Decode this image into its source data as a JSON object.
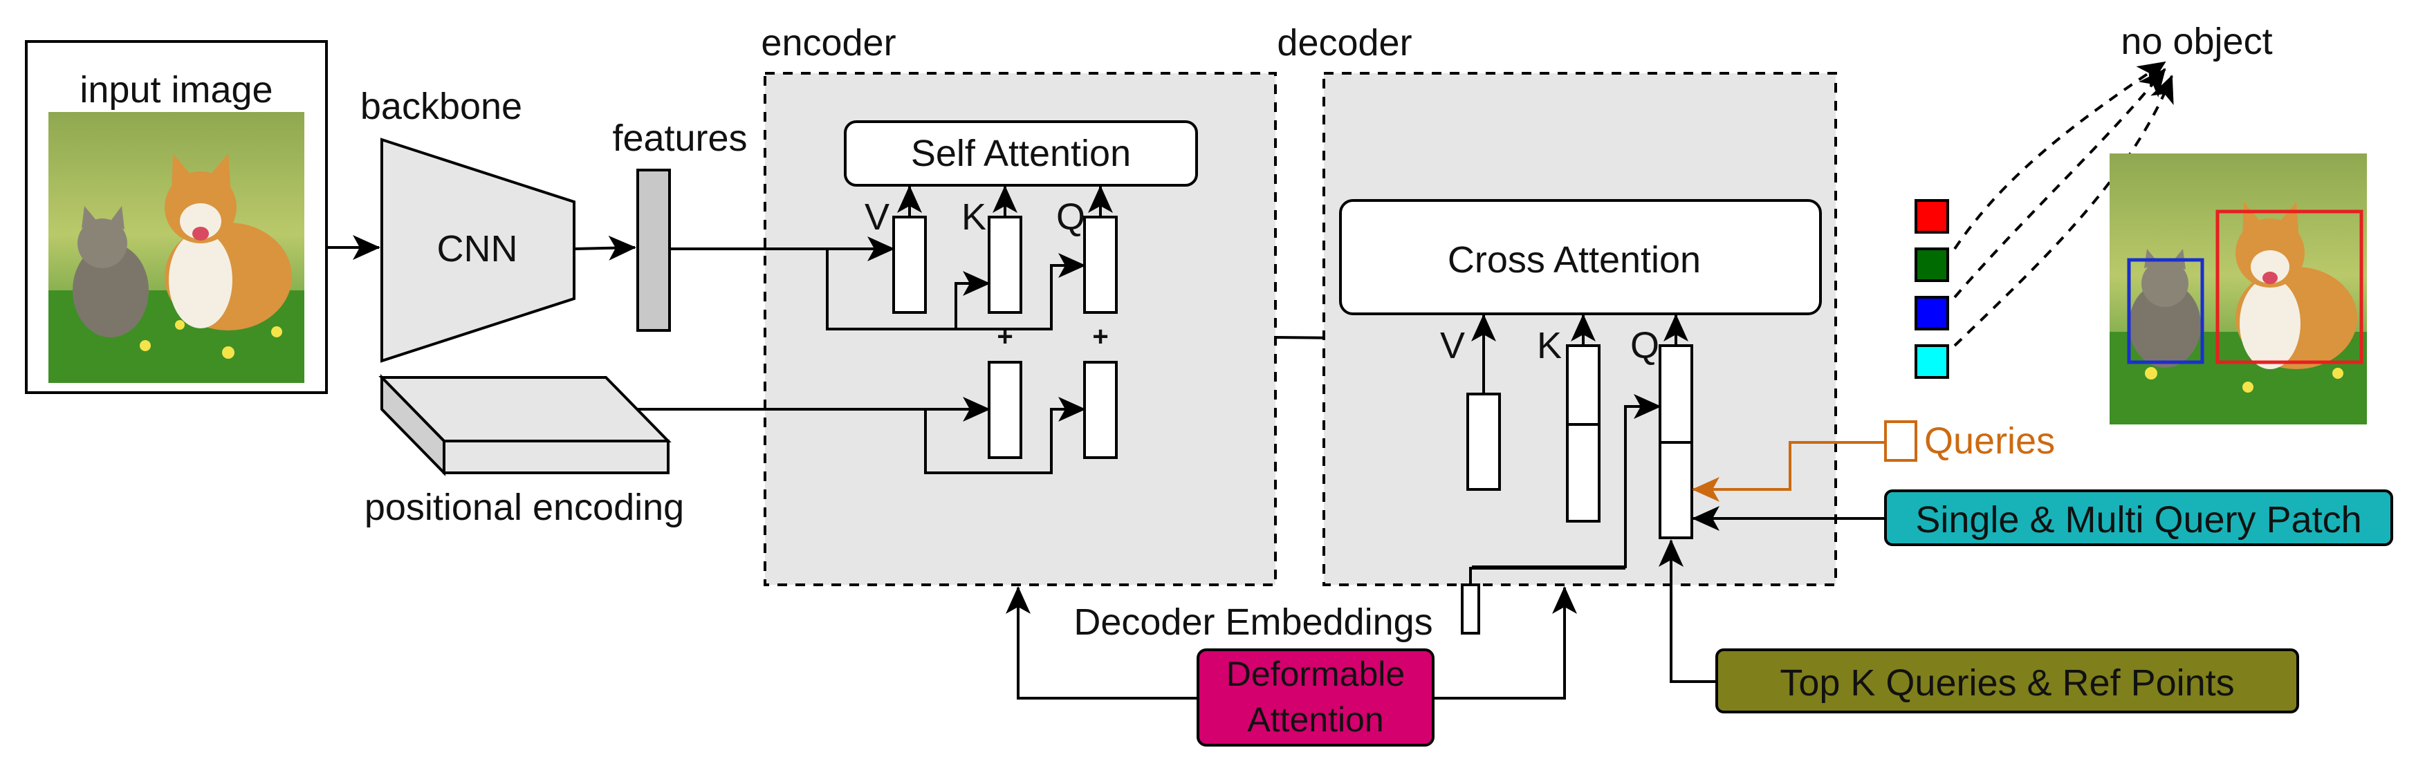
{
  "labels": {
    "input_image": "input image",
    "backbone": "backbone",
    "cnn": "CNN",
    "features": "features",
    "positional_encoding": "positional encoding",
    "encoder": "encoder",
    "decoder": "decoder",
    "self_attention": "Self Attention",
    "cross_attention": "Cross Attention",
    "v": "V",
    "k": "K",
    "q": "Q",
    "plus": "+",
    "decoder_embeddings": "Decoder Embeddings",
    "deformable_attention_line1": "Deformable",
    "deformable_attention_line2": "Attention",
    "queries": "Queries",
    "single_multi_query_patch": "Single & Multi Query Patch",
    "top_k_queries": "Top K Queries & Ref Points",
    "no_object": "no object"
  },
  "colors": {
    "block_fill": "#e6e6e6",
    "features_fill": "#c8c8c8",
    "queries_orange": "#cc6a12",
    "query_patch_teal": "#17b3b8",
    "deformable_magenta": "#d4006e",
    "topk_olive": "#7f7f1c",
    "class_red": "#ff0000",
    "class_green": "#006b00",
    "class_blue": "#0000ff",
    "class_cyan": "#00ffff",
    "bbox_blue": "#1b2fd0",
    "bbox_red": "#e62020"
  }
}
